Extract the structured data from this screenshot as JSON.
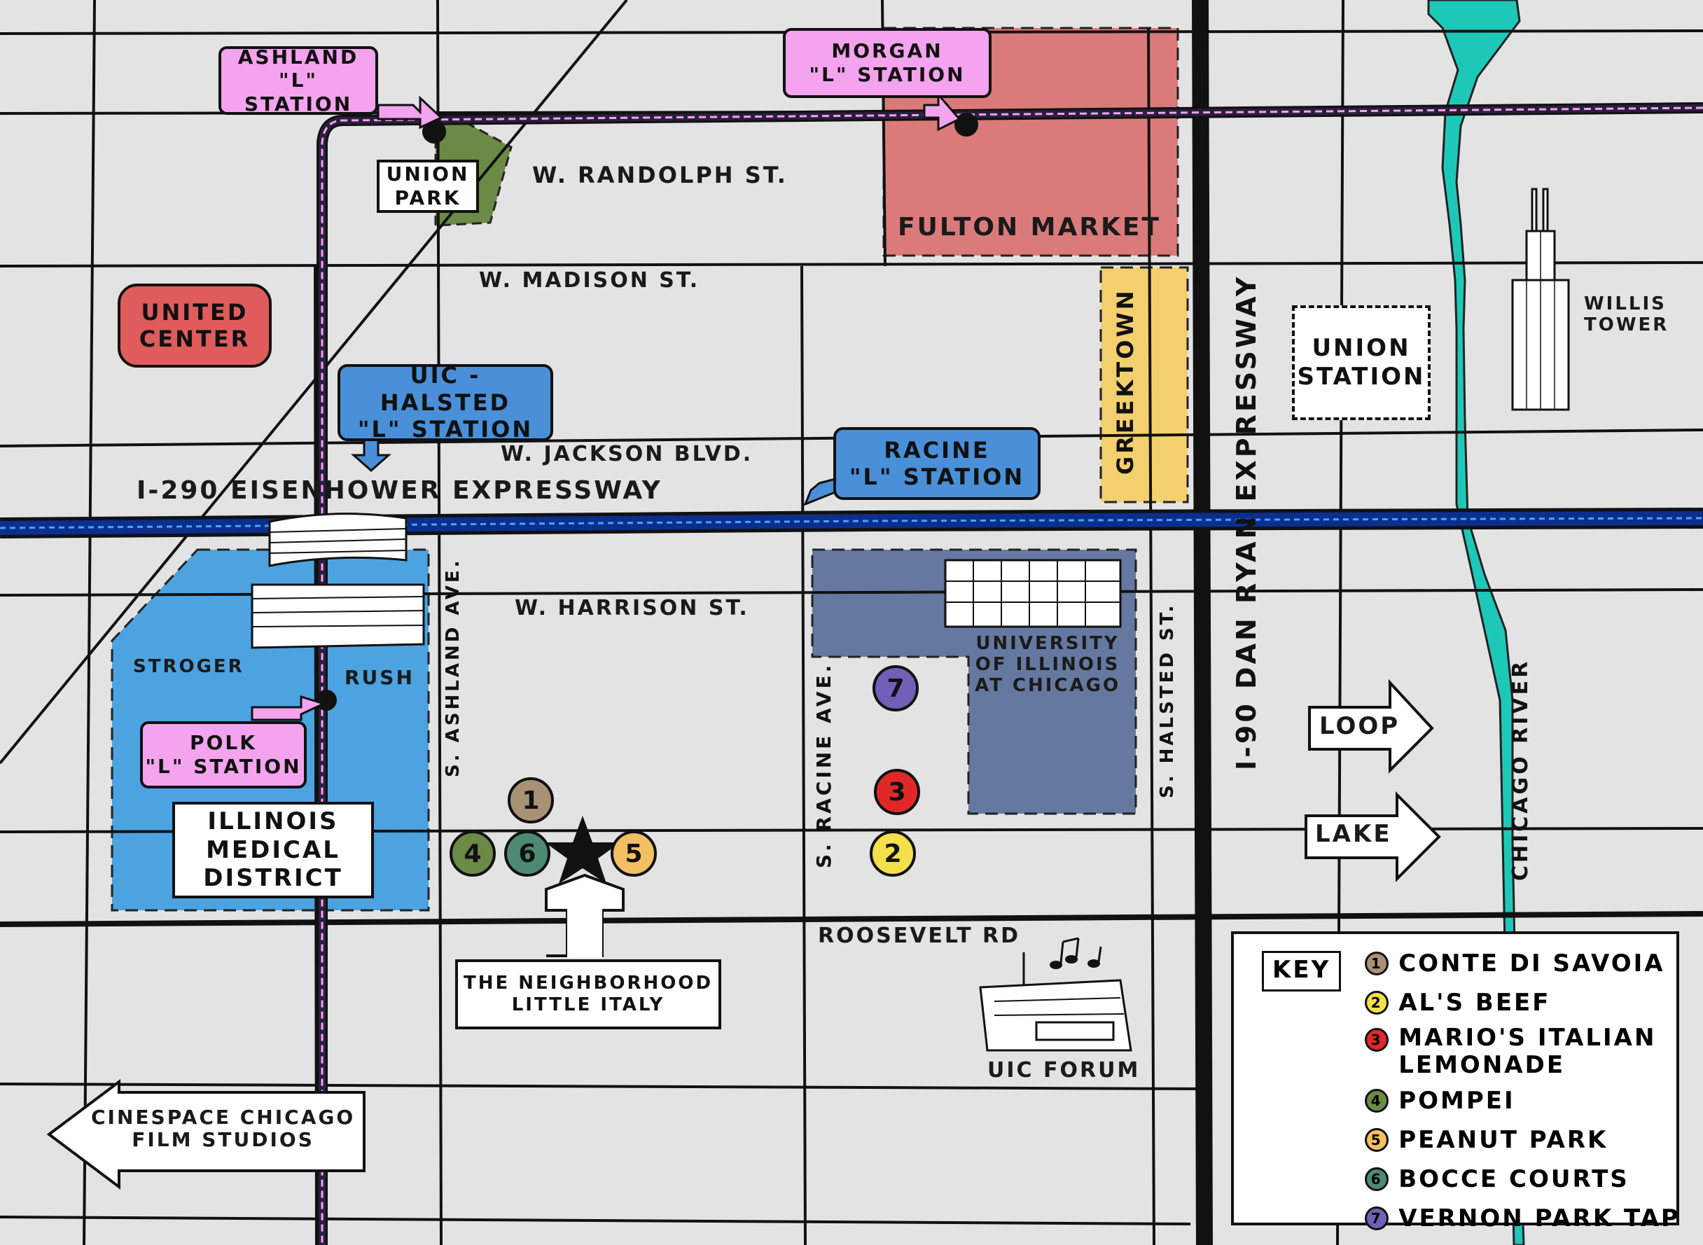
{
  "colors": {
    "background": "#e3e3e3",
    "road": "#111111",
    "l_line": "#2a1f3d",
    "l_dash": "#f4a3ee",
    "expressway": "#0b2f8c",
    "expressway_dash": "#4aa3ff",
    "river": "#1ec8b8",
    "fulton_market": "#db7a7a",
    "greektown": "#f4cf6e",
    "uic": "#6578a0",
    "medical_district": "#4da3e0",
    "union_park": "#6b8a45",
    "united_center": "#e05c5c"
  },
  "stations": {
    "ashland": "ASHLAND\n\"L\" STATION",
    "morgan": "MORGAN\n\"L\" STATION",
    "uic_halsted": "UIC - HALSTED\n\"L\" STATION",
    "racine": "RACINE\n\"L\" STATION",
    "polk": "POLK\n\"L\" STATION"
  },
  "streets": {
    "randolph": "W. RANDOLPH ST.",
    "madison": "W. MADISON ST.",
    "jackson": "W. JACKSON BLVD.",
    "eisenhower": "I-290 EISENHOWER EXPRESSWAY",
    "harrison": "W. HARRISON ST.",
    "ashland": "S. ASHLAND AVE.",
    "racine": "S. RACINE AVE.",
    "halsted": "S. HALSTED ST.",
    "dan_ryan": "I-90 DAN RYAN EXPRESSWAY",
    "roosevelt": "ROOSEVELT RD"
  },
  "places": {
    "union_park": "UNION\nPARK",
    "fulton_market": "FULTON MARKET",
    "united_center": "UNITED\nCENTER",
    "greektown": "GREEKTOWN",
    "union_station": "UNION\nSTATION",
    "willis_tower": "WILLIS\nTOWER",
    "stroger": "STROGER",
    "rush": "RUSH",
    "medical_district": "ILLINOIS\nMEDICAL\nDISTRICT",
    "uic": "UNIVERSITY\nOF ILLINOIS\nAT CHICAGO",
    "chicago_river": "CHICAGO RIVER",
    "uic_forum": "UIC FORUM",
    "neighborhood": "THE NEIGHBORHOOD\nLITTLE ITALY",
    "cinespace": "CINESPACE CHICAGO\nFILM STUDIOS",
    "loop": "LOOP",
    "lake": "LAKE"
  },
  "markers": [
    {
      "num": "1",
      "color": "#a89276"
    },
    {
      "num": "2",
      "color": "#f4e04a"
    },
    {
      "num": "3",
      "color": "#e02828"
    },
    {
      "num": "4",
      "color": "#6b8a45"
    },
    {
      "num": "5",
      "color": "#f2bf62"
    },
    {
      "num": "6",
      "color": "#4e8a72"
    },
    {
      "num": "7",
      "color": "#7060b8"
    }
  ],
  "key": {
    "title": "KEY",
    "items": [
      {
        "num": "1",
        "label": "CONTE DI SAVOIA",
        "color": "#a89276"
      },
      {
        "num": "2",
        "label": "AL'S BEEF",
        "color": "#f4e04a"
      },
      {
        "num": "3",
        "label": "MARIO'S ITALIAN\nLEMONADE",
        "color": "#e02828"
      },
      {
        "num": "4",
        "label": "POMPEI",
        "color": "#6b8a45"
      },
      {
        "num": "5",
        "label": "PEANUT PARK",
        "color": "#f2bf62"
      },
      {
        "num": "6",
        "label": "BOCCE COURTS",
        "color": "#4e8a72"
      },
      {
        "num": "7",
        "label": "VERNON PARK TAP",
        "color": "#7060b8"
      }
    ]
  },
  "icons": {
    "star": "star-icon",
    "train_stop": "train-stop-icon",
    "music": "music-notes-icon"
  }
}
